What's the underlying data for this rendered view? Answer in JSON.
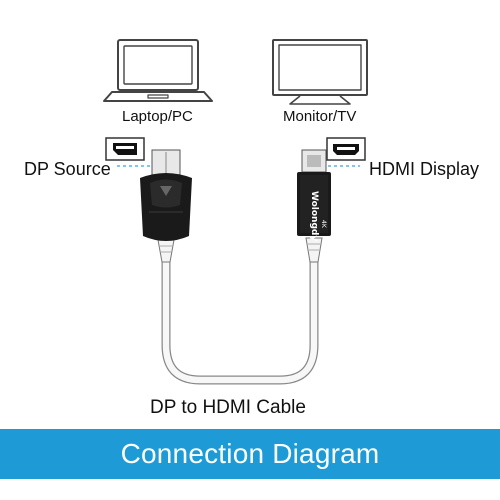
{
  "devices": {
    "laptop_label": "Laptop/PC",
    "monitor_label": "Monitor/TV"
  },
  "connectors": {
    "dp_source_label": "DP Source",
    "hdmi_display_label": "HDMI Display"
  },
  "cable": {
    "label": "DP to HDMI Cable",
    "brand_text": "Wolongdy",
    "resolution_mark": "4K"
  },
  "footer": {
    "title": "Connection Diagram"
  },
  "colors": {
    "accent_blue": "#1e9bd7",
    "dash_blue": "#3aa5dc",
    "line_gray": "#444444",
    "connector_black": "#1a1a1a",
    "cable_white": "#f7f7f7"
  },
  "icons": {
    "laptop": "laptop-icon",
    "monitor": "monitor-icon",
    "dp_port": "displayport-port-icon",
    "hdmi_port": "hdmi-port-icon"
  }
}
